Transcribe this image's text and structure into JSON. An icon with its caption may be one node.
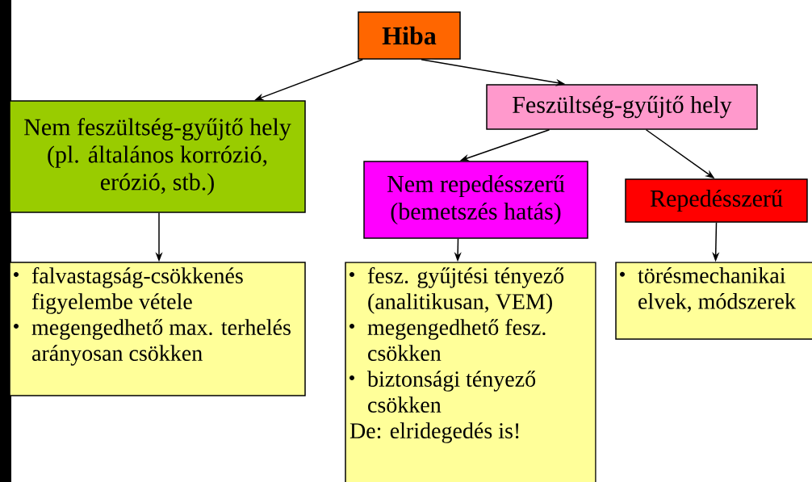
{
  "diagram": {
    "nodes": [
      {
        "text": [
          "Hiba"
        ]
      },
      {
        "text": [
          "Nem feszültség-gyűjtő hely (pl. általános korrózió, erózió, stb.)"
        ]
      },
      {
        "text": [
          "Feszültség-gyűjtő hely"
        ]
      },
      {
        "text": [
          "Nem repedésszerű (bemetszés hatás)"
        ]
      },
      {
        "text": [
          "Repedésszerű"
        ]
      },
      {
        "text": [
          "falvastagság-csökkenés figyelembe vétele",
          "megengedhető max. terhelés arányosan csökken"
        ]
      },
      {
        "text": [
          "fesz. gyűjtési tényező (analitikusan, VEM)",
          "megengedhető fesz. csökken",
          "biztonsági tényező csökken",
          "De: elridegedés is!"
        ]
      },
      {
        "text": [
          "törésmechanikai elvek, módszerek"
        ]
      }
    ],
    "edges": [
      {
        "from": 0,
        "to": 1,
        "arrow": "to"
      },
      {
        "from": 0,
        "to": 2,
        "arrow": "to"
      },
      {
        "from": 2,
        "to": 3,
        "arrow": "to"
      },
      {
        "from": 2,
        "to": 4,
        "arrow": "to"
      },
      {
        "from": 1,
        "to": 5,
        "arrow": "to"
      },
      {
        "from": 3,
        "to": 6,
        "arrow": "to"
      },
      {
        "from": 4,
        "to": 7,
        "arrow": "to"
      }
    ]
  }
}
